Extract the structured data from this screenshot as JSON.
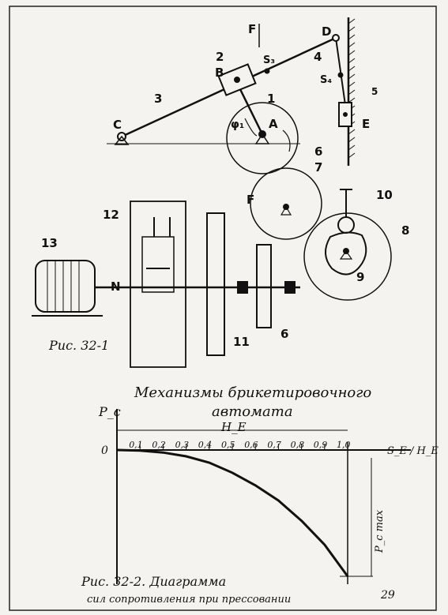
{
  "figure1": {
    "labels": {
      "F_top": "F",
      "S3": "S₃",
      "D": "D",
      "n2": "2",
      "B": "B",
      "n4": "4",
      "S4": "S₄",
      "n5": "5",
      "n3": "3",
      "n1": "1",
      "C": "C",
      "phi1": "φ₁",
      "A": "A",
      "E": "E",
      "n6_gear": "6",
      "n7": "7",
      "F_gear": "F",
      "n10": "10",
      "n8": "8",
      "n12": "12",
      "n13": "13",
      "N": "N",
      "n9": "9",
      "n6_flywheel": "6",
      "n11": "11"
    },
    "caption": "Рис. 32-1",
    "title_line1": "Механизмы брикетировочного",
    "title_line2": "автомата"
  },
  "chart_data": {
    "type": "line",
    "xlabel": "S_E / H_E",
    "ylabel": "P_c",
    "span_label": "H_E",
    "zero_label": "0",
    "x_ticks": [
      "0,1",
      "0,2",
      "0,3",
      "0,4",
      "0,5",
      "0,6",
      "0,7",
      "0,8",
      "0,9",
      "1,0"
    ],
    "xlim": [
      0,
      1
    ],
    "max_label": "P_c max",
    "series": [
      {
        "x": [
          0,
          0.1,
          0.2,
          0.3,
          0.4,
          0.5,
          0.6,
          0.7,
          0.8,
          0.9,
          1.0
        ],
        "y": [
          0,
          0.005,
          0.02,
          0.05,
          0.1,
          0.18,
          0.28,
          0.4,
          0.56,
          0.75,
          1.0
        ]
      }
    ],
    "caption_line1": "Рис. 32-2. Диаграмма",
    "caption_line2": "сил сопротивления при прессовании"
  },
  "page_number": "29"
}
